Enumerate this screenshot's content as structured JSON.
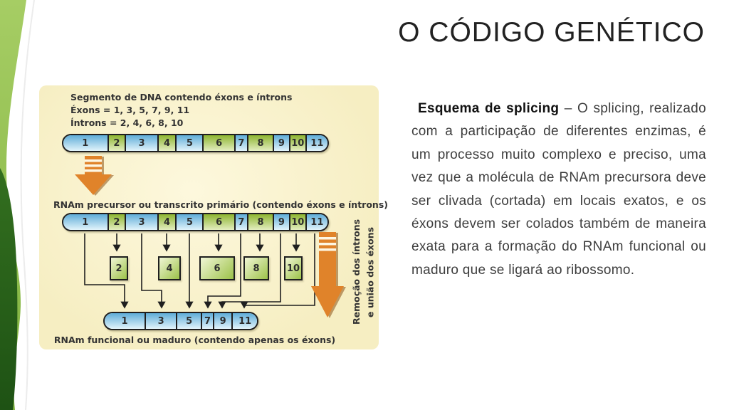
{
  "slide": {
    "title": "O CÓDIGO GENÉTICO",
    "paragraph_lead": "Esquema de splicing",
    "paragraph_rest": " – O splicing, realizado com a participação de diferentes enzimas, é um processo muito complexo e preciso, uma vez que a molécula de RNAm precursora deve ser clivada (cortada) em locais exatos, e os éxons devem ser colados também de maneira exata para a formação do RNAm funcional ou maduro que se ligará ao ribossomo."
  },
  "diagram": {
    "header": {
      "line1": "Segmento de DNA contendo éxons e íntrons",
      "line2": "Éxons = 1, 3, 5, 7, 9, 11",
      "line3": "Íntrons = 2, 4, 6, 8, 10"
    },
    "dna_segments": [
      "1",
      "2",
      "3",
      "4",
      "5",
      "6",
      "7",
      "8",
      "9",
      "10",
      "11"
    ],
    "precursor_label": "RNAm precursor ou transcrito primário (contendo éxons e íntrons)",
    "intron_boxes": [
      "2",
      "4",
      "6",
      "8",
      "10"
    ],
    "removal_label_line1": "Remoção dos íntrons",
    "removal_label_line2": "e união dos éxons",
    "mature_segments": [
      "1",
      "3",
      "5",
      "7",
      "9",
      "11"
    ],
    "mature_label": "RNAm funcional ou maduro (contendo apenas os éxons)"
  },
  "theme": {
    "title-color": "#222222",
    "text-color": "#3d3d3d",
    "panel-bg": "#f6eec2",
    "outline": "#1f1f1f",
    "exon-top": "#5fadd8",
    "exon-bottom": "#e2f4fb",
    "intron-top": "#8db531",
    "intron-bottom": "#e4eec0",
    "arrow-orange": "#e0832a",
    "swoosh-light-1": "#a6cd64",
    "swoosh-light-2": "#7fb23e",
    "swoosh-dark-1": "#336f1f",
    "swoosh-dark-2": "#1e5214"
  }
}
